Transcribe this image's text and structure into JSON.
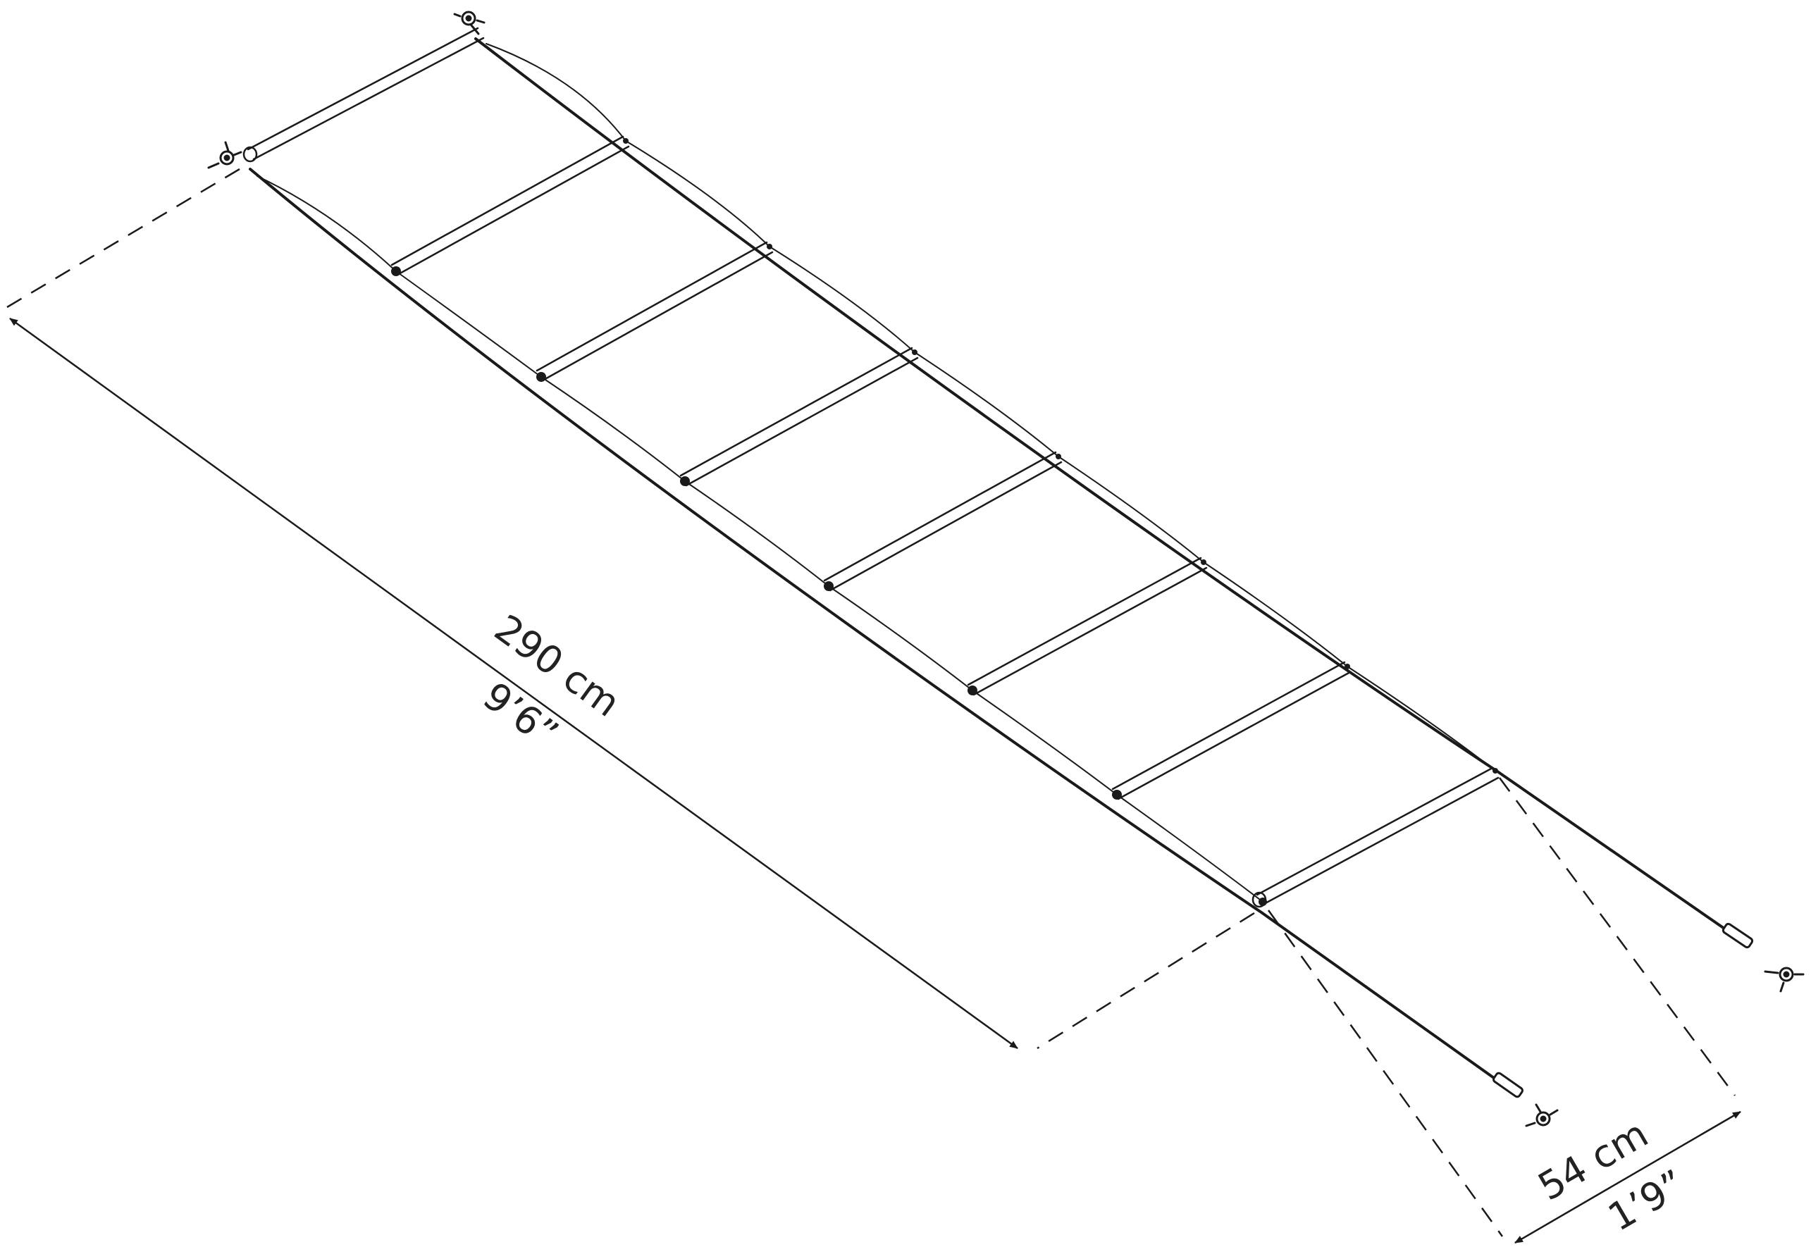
{
  "colors": {
    "line": "#1a1a1a",
    "background": "#ffffff"
  },
  "panel_count": 7,
  "length_dimension": {
    "metric": "290 cm",
    "imperial": "9’6”"
  },
  "width_dimension": {
    "metric": "54 cm",
    "imperial": "1’9”"
  },
  "hardware": {
    "turnbuckle_icon": "turnbuckle-icon",
    "eye_bolt_icon": "eye-bolt-icon"
  }
}
